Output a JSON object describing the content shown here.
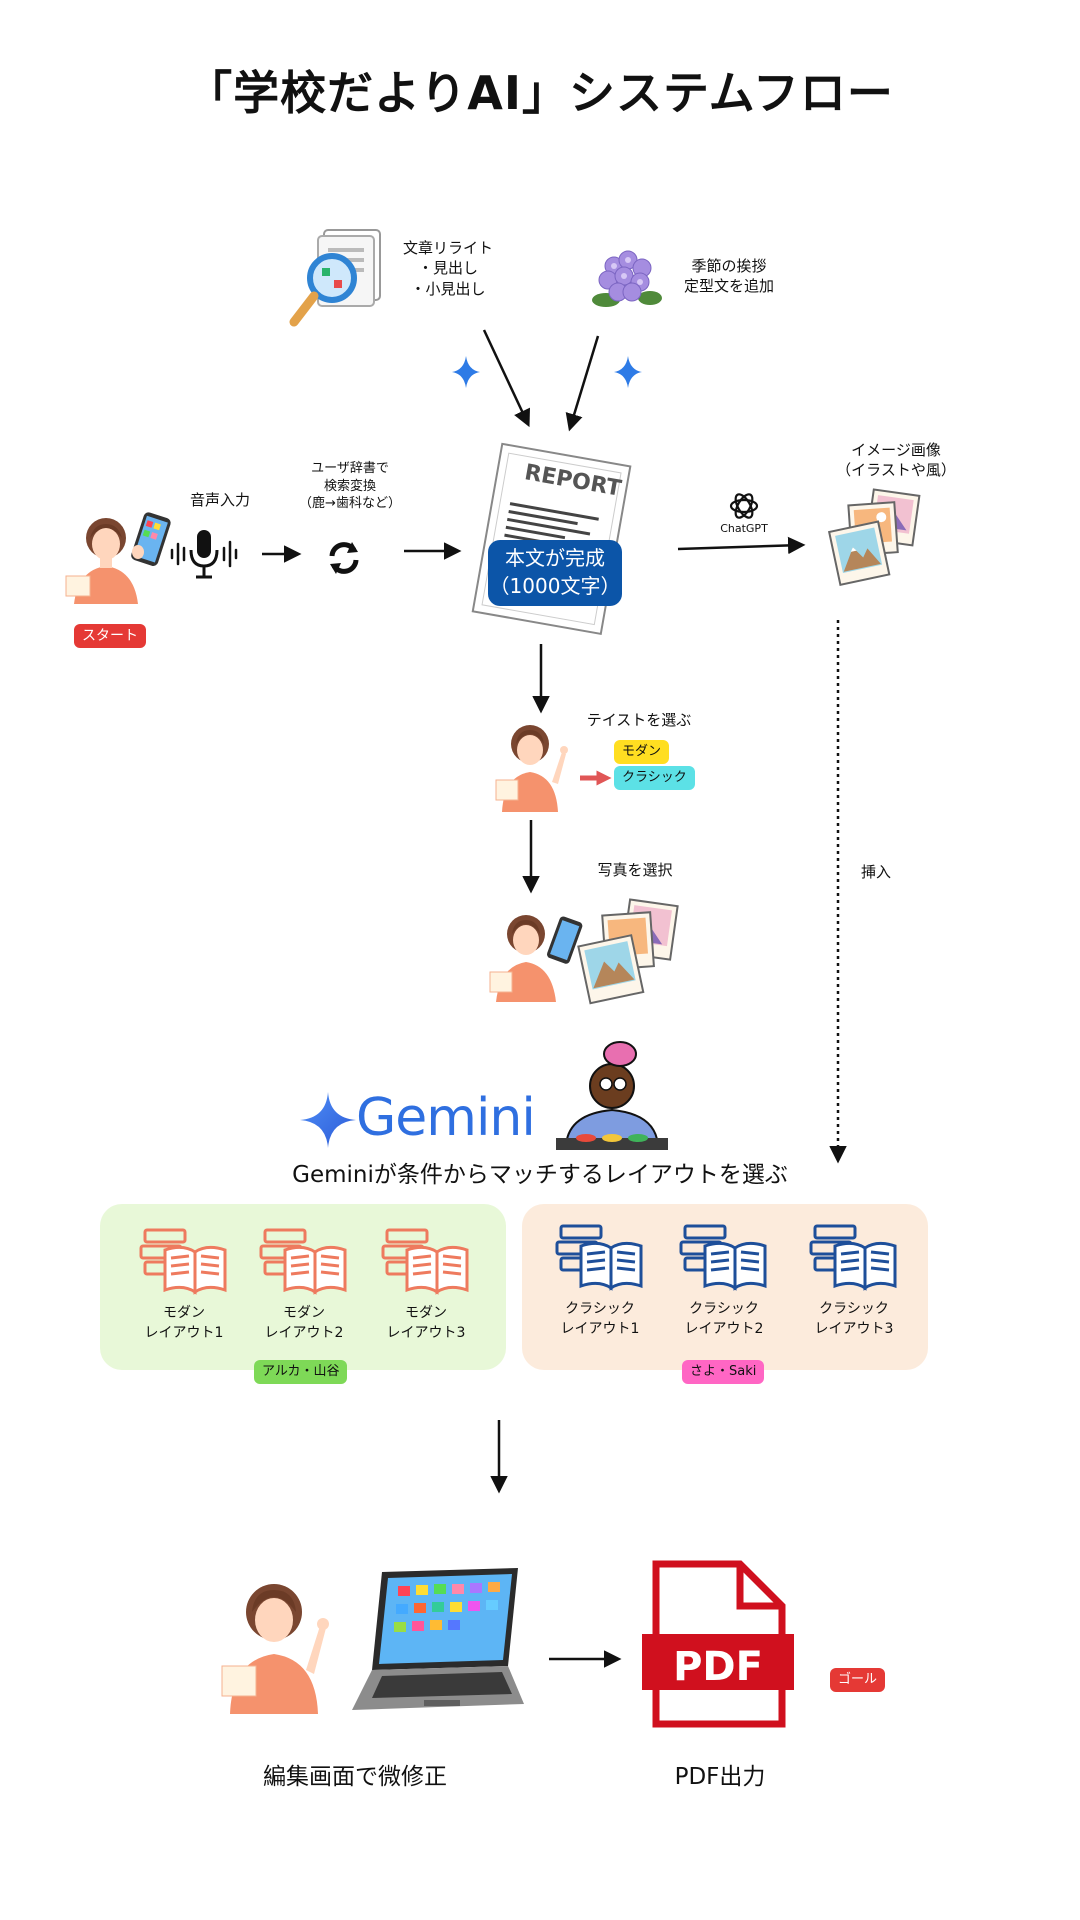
{
  "title": "「学校だよりAI」システムフロー",
  "nodes": {
    "rewrite": "文章リライト\n・見出し\n・小見出し",
    "greeting": "季節の挨拶\n定型文を追加",
    "voice_input": "音声入力",
    "dictionary": "ユーザ辞書で\n検索変換\n（鹿→歯科など）",
    "report_word": "REPORT",
    "body_done": "本文が完成\n（1000文字）",
    "chatgpt": "ChatGPT",
    "image_gen": "イメージ画像\n（イラストや風）",
    "taste": "テイストを選ぶ",
    "taste_modern": "モダン",
    "taste_classic": "クラシック",
    "photo": "写真を選択",
    "insert": "挿入",
    "gemini_logo": "Gemini",
    "gemini_caption": "Geminiが条件からマッチするレイアウトを選ぶ",
    "edit": "編集画面で微修正",
    "pdf_label": "PDF出力",
    "pdf_icon_text": "PDF"
  },
  "badges": {
    "start": "スタート",
    "goal": "ゴール",
    "modern_author": "アルカ・山谷",
    "classic_author": "さよ・Saki"
  },
  "layouts": {
    "modern": [
      {
        "label": "モダン\nレイアウト1"
      },
      {
        "label": "モダン\nレイアウト2"
      },
      {
        "label": "モダン\nレイアウト3"
      }
    ],
    "classic": [
      {
        "label": "クラシック\nレイアウト1"
      },
      {
        "label": "クラシック\nレイアウト2"
      },
      {
        "label": "クラシック\nレイアウト3"
      }
    ]
  },
  "colors": {
    "modern_panel": "#e8f8d8",
    "classic_panel": "#fcebdc",
    "modern_icon": "#ee7a5e",
    "classic_icon": "#1e4f9a",
    "badge_red": "#e53935",
    "badge_green": "#7ed957",
    "badge_pink": "#ff66c4",
    "badge_yellow": "#ffde21",
    "badge_cyan": "#5ce1e6",
    "body_done": "#0c55a8",
    "pdf_red": "#d0101e"
  }
}
